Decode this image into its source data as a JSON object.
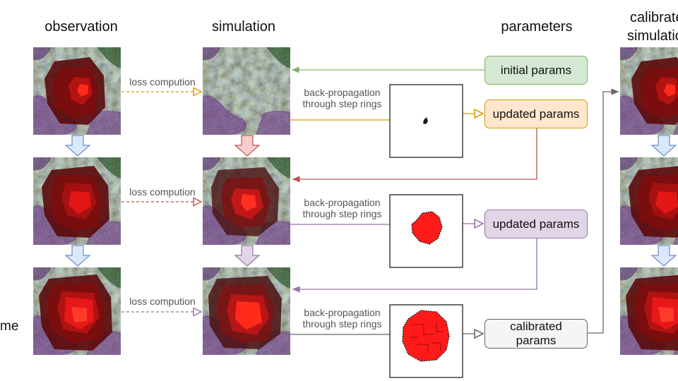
{
  "headers": {
    "observation": "observation",
    "simulation": "simulation",
    "parameters": "parameters",
    "calibrated_simulation_line1": "calibrated",
    "calibrated_simulation_line2": "simulation",
    "time_partial": "me"
  },
  "edge_labels": {
    "loss_1": "loss compution",
    "loss_2": "loss compution",
    "loss_3": "loss compution",
    "backprop_1_line1": "back-propagation",
    "backprop_1_line2": "through step rings",
    "backprop_2_line1": "back-propagation",
    "backprop_2_line2": "through step rings",
    "backprop_3_line1": "back-propagation",
    "backprop_3_line2": "through step rings"
  },
  "param_boxes": {
    "initial": "initial params",
    "updated_1": "updated params",
    "updated_2": "updated params",
    "calibrated_line1": "calibrated",
    "calibrated_line2": "params"
  },
  "colors": {
    "initial_fill": "#d5e8d4",
    "initial_stroke": "#82b366",
    "orange_fill": "#ffe6cc",
    "orange_stroke": "#d79b00",
    "purple_fill": "#e1d5e7",
    "purple_stroke": "#9673a6",
    "gray_fill": "#f5f5f5",
    "gray_stroke": "#666666",
    "blue_arrow_fill": "#dae8fc",
    "blue_arrow_stroke": "#6c8ebf",
    "red_arrow_fill": "#f8cecc",
    "red_arrow_stroke": "#b85450",
    "red_line": "#b85450",
    "fire_red": "#ff1a1a"
  }
}
